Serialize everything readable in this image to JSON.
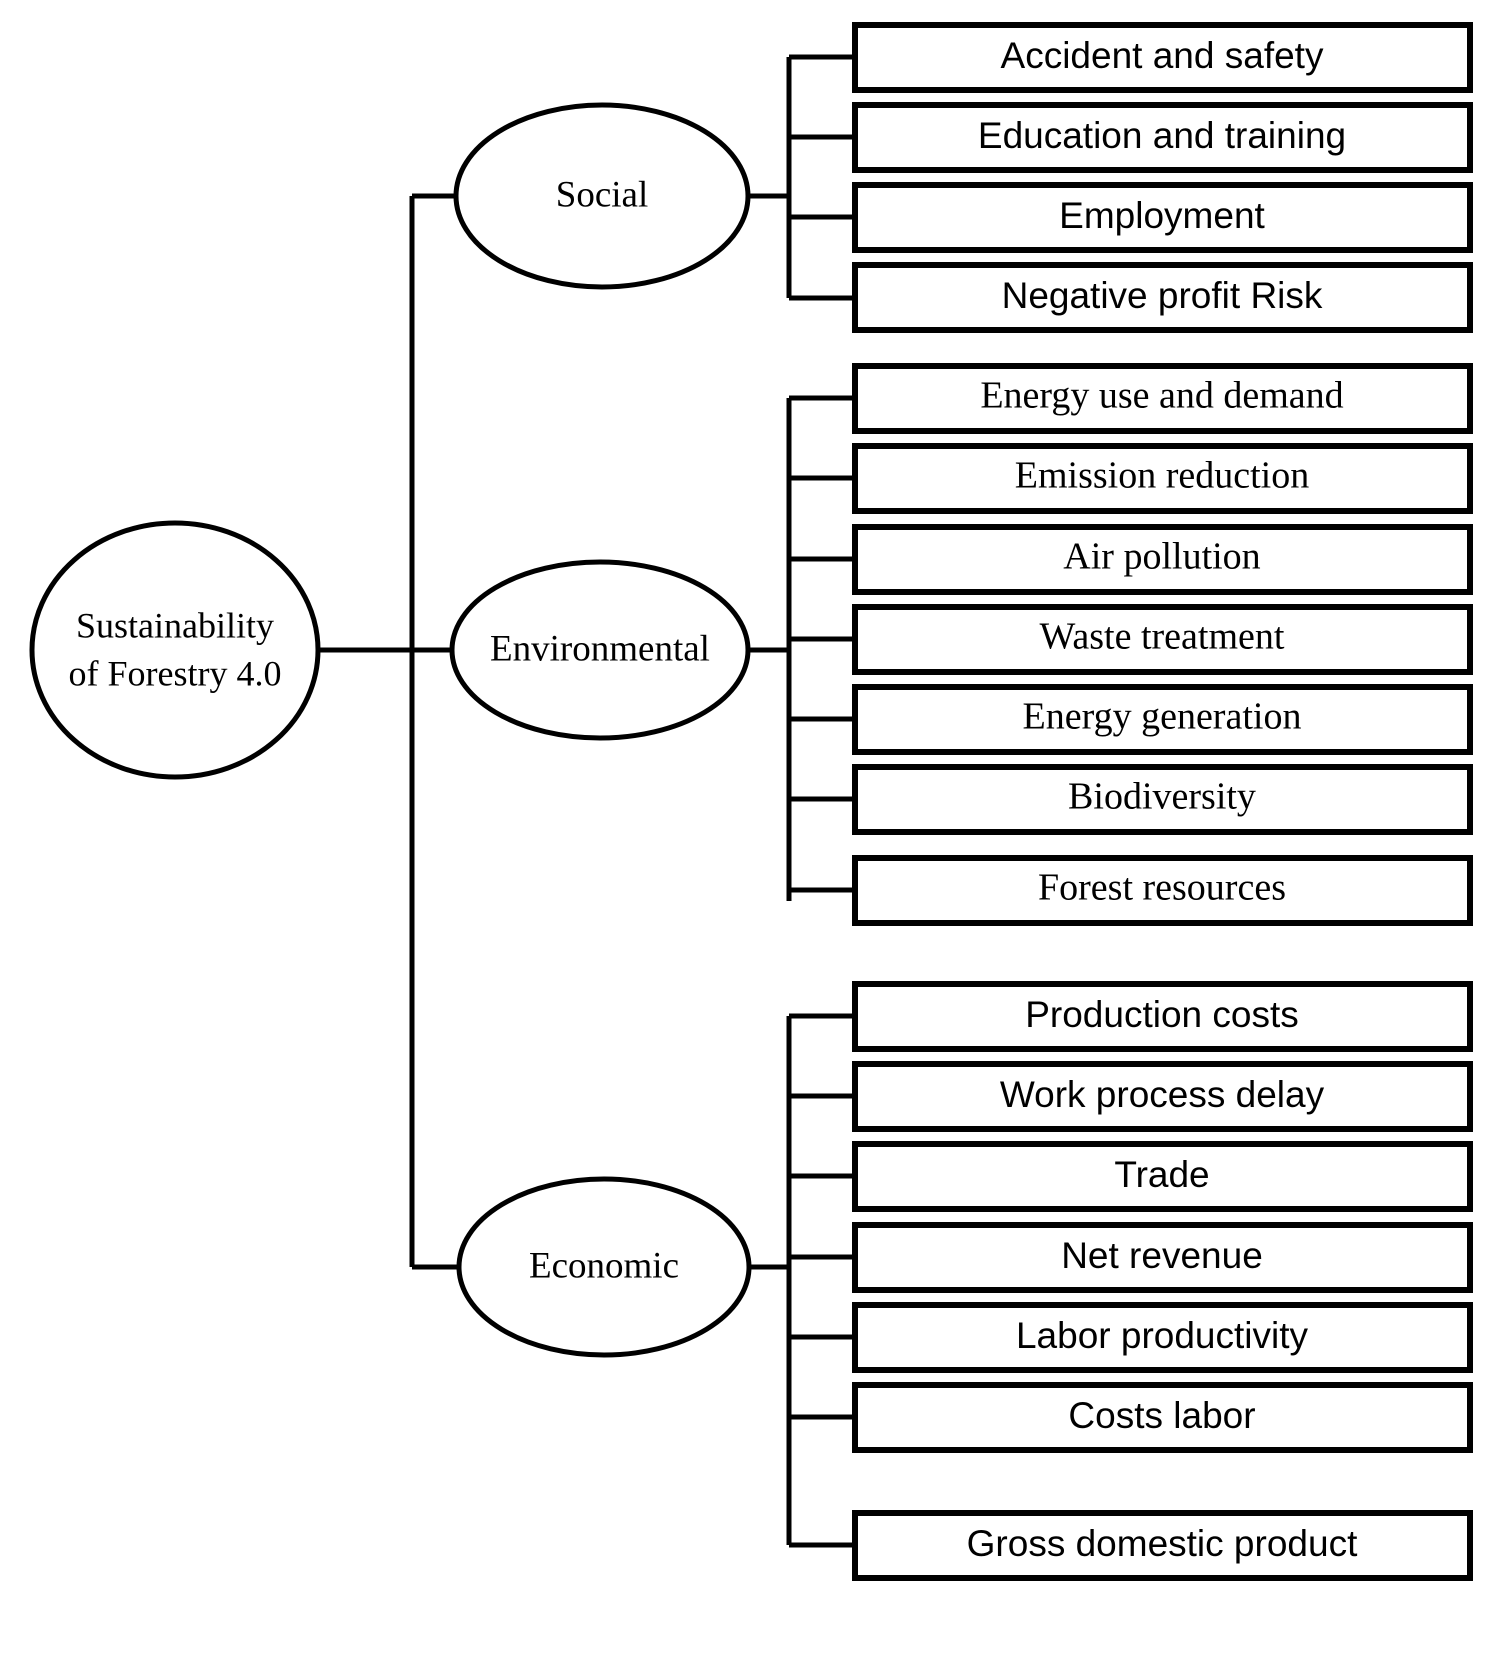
{
  "diagram": {
    "type": "tree",
    "title": "Sustainability of Forestry 4.0",
    "root": {
      "label_line1": "Sustainability",
      "label_line2": "of Forestry 4.0",
      "shape": "circle"
    },
    "branches": [
      {
        "id": "social",
        "label": "Social",
        "shape": "ellipse",
        "leaves": [
          "Accident and safety",
          "Education and training",
          "Employment",
          "Negative profit Risk"
        ]
      },
      {
        "id": "environmental",
        "label": "Environmental",
        "shape": "ellipse",
        "leaves": [
          "Energy use and demand",
          "Emission reduction",
          "Air pollution",
          "Waste treatment",
          "Energy generation",
          "Biodiversity",
          "Forest resources"
        ]
      },
      {
        "id": "economic",
        "label": "Economic",
        "shape": "ellipse",
        "leaves": [
          "Production costs",
          "Work process delay",
          "Trade",
          "Net revenue",
          "Labor productivity",
          "Costs labor",
          "Gross domestic product"
        ]
      }
    ],
    "colors": {
      "stroke": "#000000",
      "fill": "#ffffff",
      "text": "#000000"
    }
  }
}
